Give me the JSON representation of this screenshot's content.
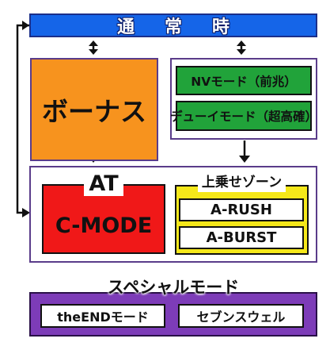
{
  "top": {
    "title": "通常時"
  },
  "bonus": {
    "label": "ボーナス"
  },
  "zenchou": {
    "nv_label": "NVモード（前兆）",
    "due_label": "デューイモード（超高確）"
  },
  "at": {
    "title": "AT",
    "mode": "C-MODE",
    "kami_title": "上乗せゾーン",
    "kami_items": [
      "A-RUSH",
      "A-BURST"
    ]
  },
  "special": {
    "title": "スペシャルモード",
    "items": [
      "theENDモード",
      "セブンスウェル"
    ]
  },
  "colors": {
    "top_bar": "#1565e8",
    "bonus": "#f7931e",
    "green": "#21a33a",
    "at": "#f01818",
    "kami": "#f5e81a",
    "special": "#7d3cb8",
    "frame": "#5a3c8a"
  }
}
